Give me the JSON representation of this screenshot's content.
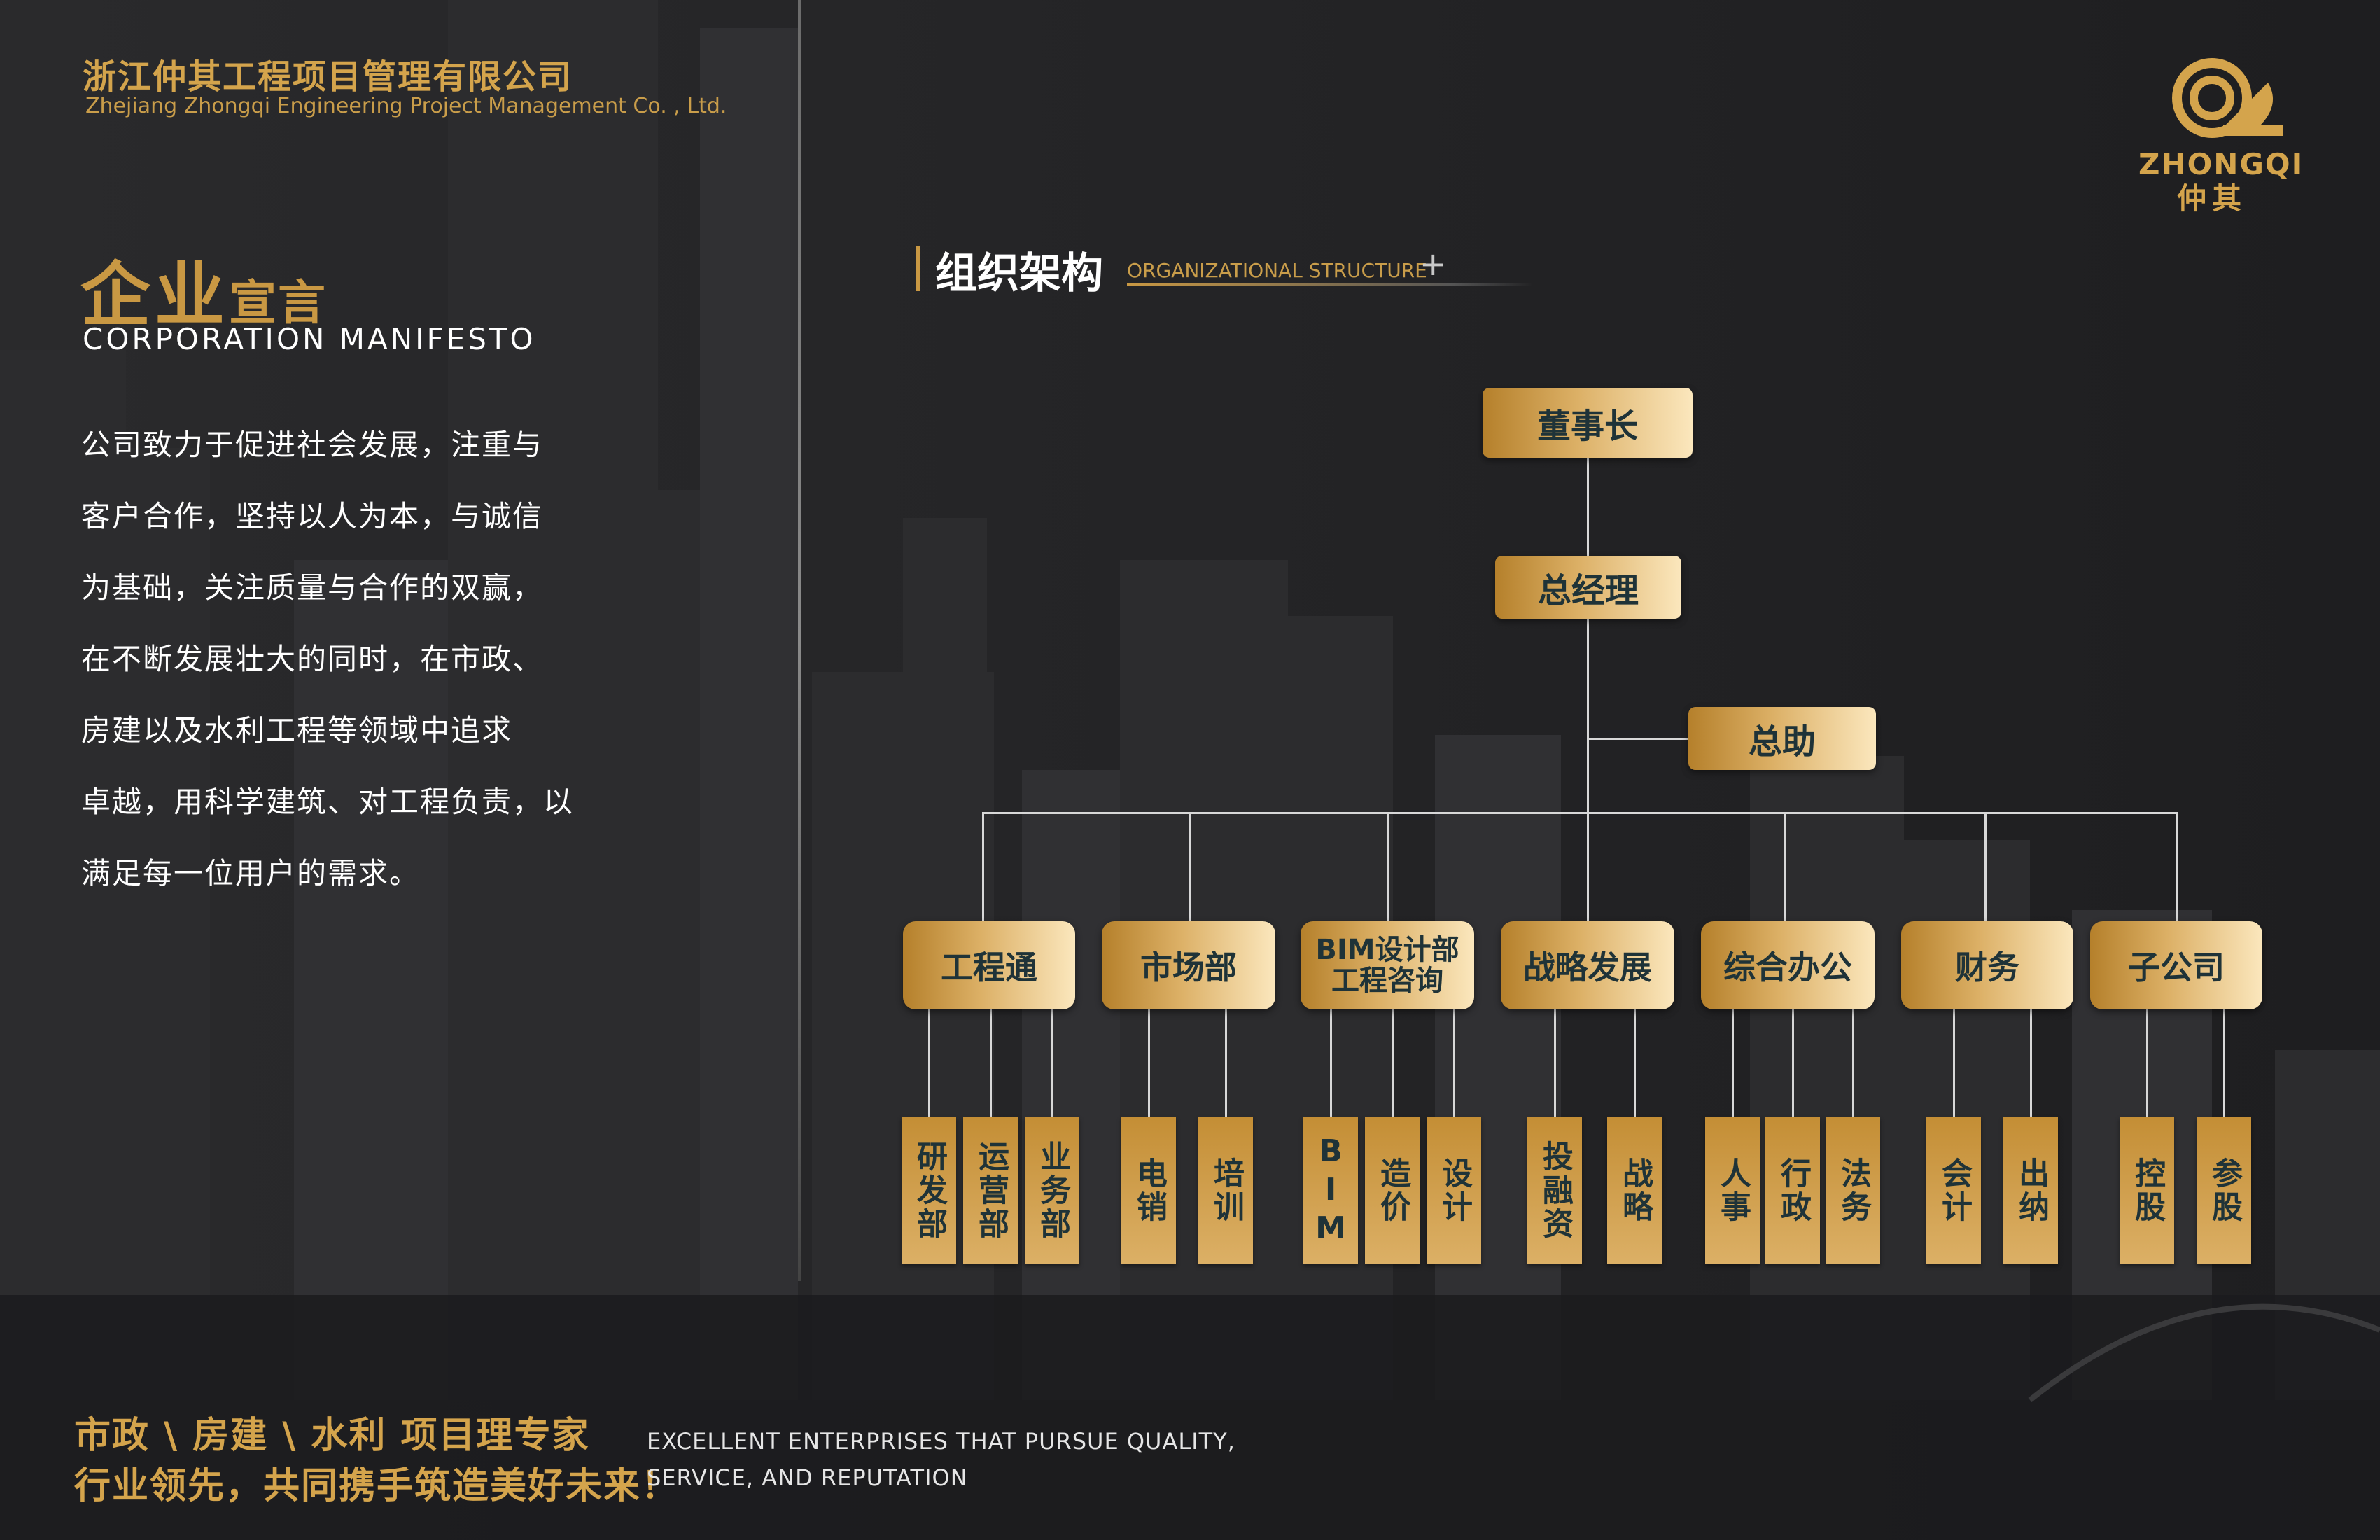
{
  "header": {
    "company_cn": "浙江仲其工程项目管理有限公司",
    "company_en": "Zhejiang Zhongqi Engineering Project Management Co. , Ltd.",
    "logo_text": "ZHONGQI",
    "logo_cn": "仲其"
  },
  "manifesto": {
    "title_big": "企业",
    "title_small": "宣言",
    "title_en": "CORPORATION MANIFESTO",
    "lines": [
      "公司致力于促进社会发展，注重与",
      "客户合作，坚持以人为本，与诚信",
      "为基础，关注质量与合作的双赢，",
      "在不断发展壮大的同时，在市政、",
      "房建以及水利工程等领域中追求",
      "卓越，用科学建筑、对工程负责，以",
      "满足每一位用户的需求。"
    ]
  },
  "footer": {
    "slogan_line1": "市政 \\ 房建 \\ 水利 项目理专家",
    "slogan_line2": "行业领先，共同携手筑造美好未来！",
    "en_line1": "EXCELLENT ENTERPRISES THAT PURSUE QUALITY,",
    "en_line2": "SERVICE, AND REPUTATION"
  },
  "section": {
    "title": "组织架构",
    "title_en": "ORGANIZATIONAL STRUCTURE",
    "plus": "+"
  },
  "org": {
    "chairman": "董事长",
    "general_manager": "总经理",
    "assistant": "总助",
    "departments": [
      {
        "label": "工程通",
        "subs": [
          "研发部",
          "运营部",
          "业务部"
        ]
      },
      {
        "label": "市场部",
        "subs": [
          "电销",
          "培训"
        ]
      },
      {
        "label": "BIM设计部\n工程咨询",
        "line1": "BIM设计部",
        "line2": "工程咨询",
        "subs": [
          "BIM",
          "造价",
          "设计"
        ]
      },
      {
        "label": "战略发展",
        "subs": [
          "投融资",
          "战略"
        ]
      },
      {
        "label": "综合办公",
        "subs": [
          "人事",
          "行政",
          "法务"
        ]
      },
      {
        "label": "财务",
        "subs": [
          "会计",
          "出纳"
        ]
      },
      {
        "label": "子公司",
        "subs": [
          "控股",
          "参股"
        ]
      }
    ]
  },
  "colors": {
    "background": "#222224",
    "gold": "#d4a44c",
    "node_text": "#1f3338",
    "connector": "#d8d8d8"
  }
}
